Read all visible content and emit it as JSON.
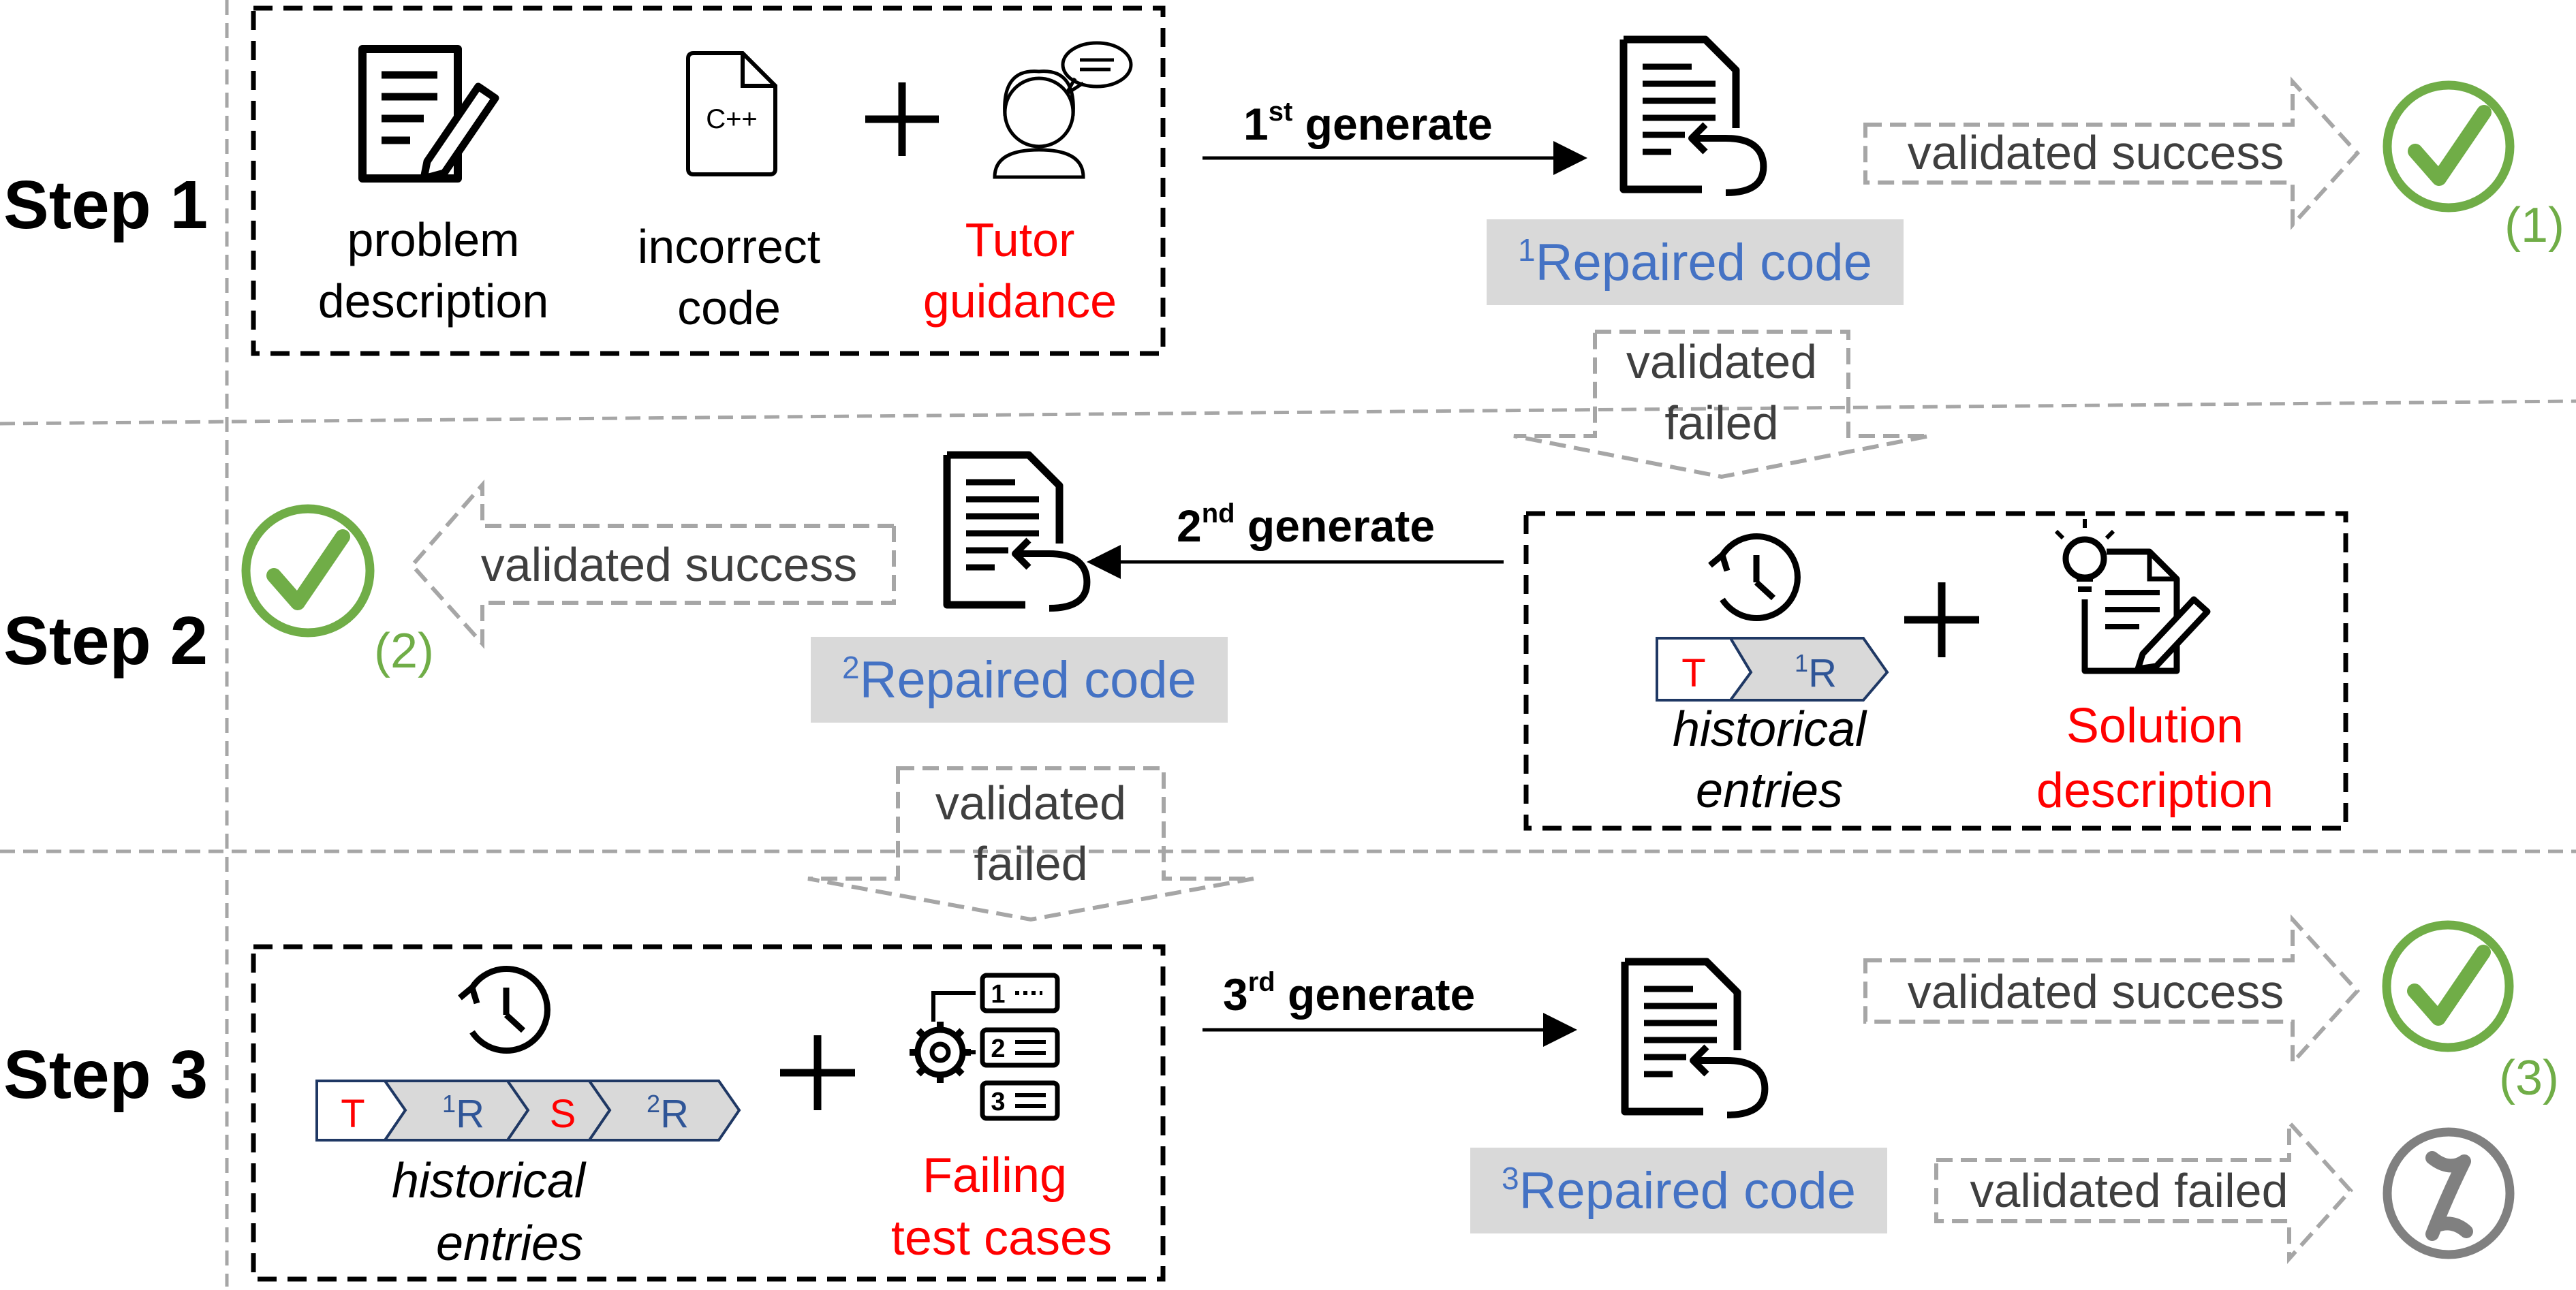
{
  "colors": {
    "black": "#000000",
    "red": "#ff0000",
    "blue": "#4472c4",
    "green": "#70ad47",
    "gray_text": "#3f3f3f",
    "gray_dash": "#a6a6a6",
    "label_bg": "#d9d9d9",
    "failed_circle": "#808080",
    "chevron_fill": "#d9d9d9",
    "chevron_stroke": "#1f3864"
  },
  "steps": [
    {
      "label": "Step 1"
    },
    {
      "label": "Step 2"
    },
    {
      "label": "Step 3"
    }
  ],
  "step1": {
    "problem_label_1": "problem",
    "problem_label_2": "description",
    "code_icon_text": "C++",
    "incorrect_label_1": "incorrect",
    "incorrect_label_2": "code",
    "tutor_label_1": "Tutor",
    "tutor_label_2": "guidance",
    "generate_label": "1",
    "generate_sup": "st",
    "generate_word": " generate",
    "repaired_sup": "1",
    "repaired_label": "Repaired code",
    "success_label": "validated success",
    "result_marker": "(1)",
    "failed_label_1": "validated",
    "failed_label_2": "failed"
  },
  "step2": {
    "generate_label": "2",
    "generate_sup": "nd",
    "generate_word": " generate",
    "repaired_sup": "2",
    "repaired_label": "Repaired code",
    "success_label": "validated success",
    "result_marker": "(2)",
    "history_chips": [
      {
        "sup": "",
        "text": "T",
        "color": "red"
      },
      {
        "sup": "1",
        "text": "R",
        "color": "blue"
      }
    ],
    "history_label_1": "historical",
    "history_label_2": "entries",
    "solution_label_1": "Solution",
    "solution_label_2": "description",
    "failed_label_1": "validated",
    "failed_label_2": "failed"
  },
  "step3": {
    "history_chips": [
      {
        "sup": "",
        "text": "T",
        "color": "red"
      },
      {
        "sup": "1",
        "text": "R",
        "color": "blue"
      },
      {
        "sup": "",
        "text": "S",
        "color": "red"
      },
      {
        "sup": "2",
        "text": "R",
        "color": "blue"
      }
    ],
    "history_label_1": "historical",
    "history_label_2": "entries",
    "tests": [
      "1",
      "2",
      "3"
    ],
    "failing_label_1": "Failing",
    "failing_label_2": "test cases",
    "generate_label": "3",
    "generate_sup": "rd",
    "generate_word": " generate",
    "repaired_sup": "3",
    "repaired_label": "Repaired code",
    "success_label": "validated success",
    "result_marker": "(3)",
    "failed_label": "validated failed"
  }
}
